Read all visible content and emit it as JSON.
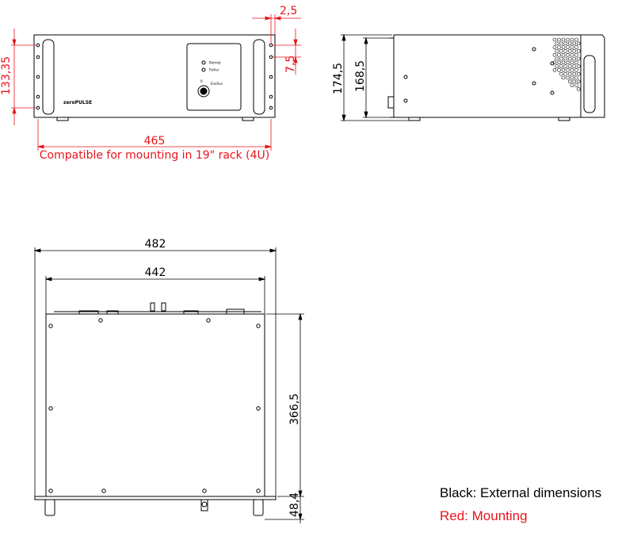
{
  "front_view": {
    "width_label": "465",
    "height_label": "133,35",
    "offset_label": "2,5",
    "hole_label": "7,5",
    "caption": "Compatible for mounting in 19\" rack (4U)",
    "brand_label": "zeroPULSE",
    "indicator_1": "Betrieb",
    "indicator_2": "Fehler",
    "switch_label_0": "0",
    "switch_label_1": "Ein/Aus"
  },
  "side_view": {
    "outer_height_label": "174,5",
    "inner_height_label": "168,5"
  },
  "top_view": {
    "outer_width_label": "482",
    "inner_width_label": "442",
    "depth_label": "366,5",
    "handle_depth_label": "48,4"
  },
  "legend": {
    "external_label": "Black: External dimensions",
    "mounting_label": "Red: Mounting"
  },
  "colors": {
    "external": "#000000",
    "mounting": "#e8141c"
  }
}
